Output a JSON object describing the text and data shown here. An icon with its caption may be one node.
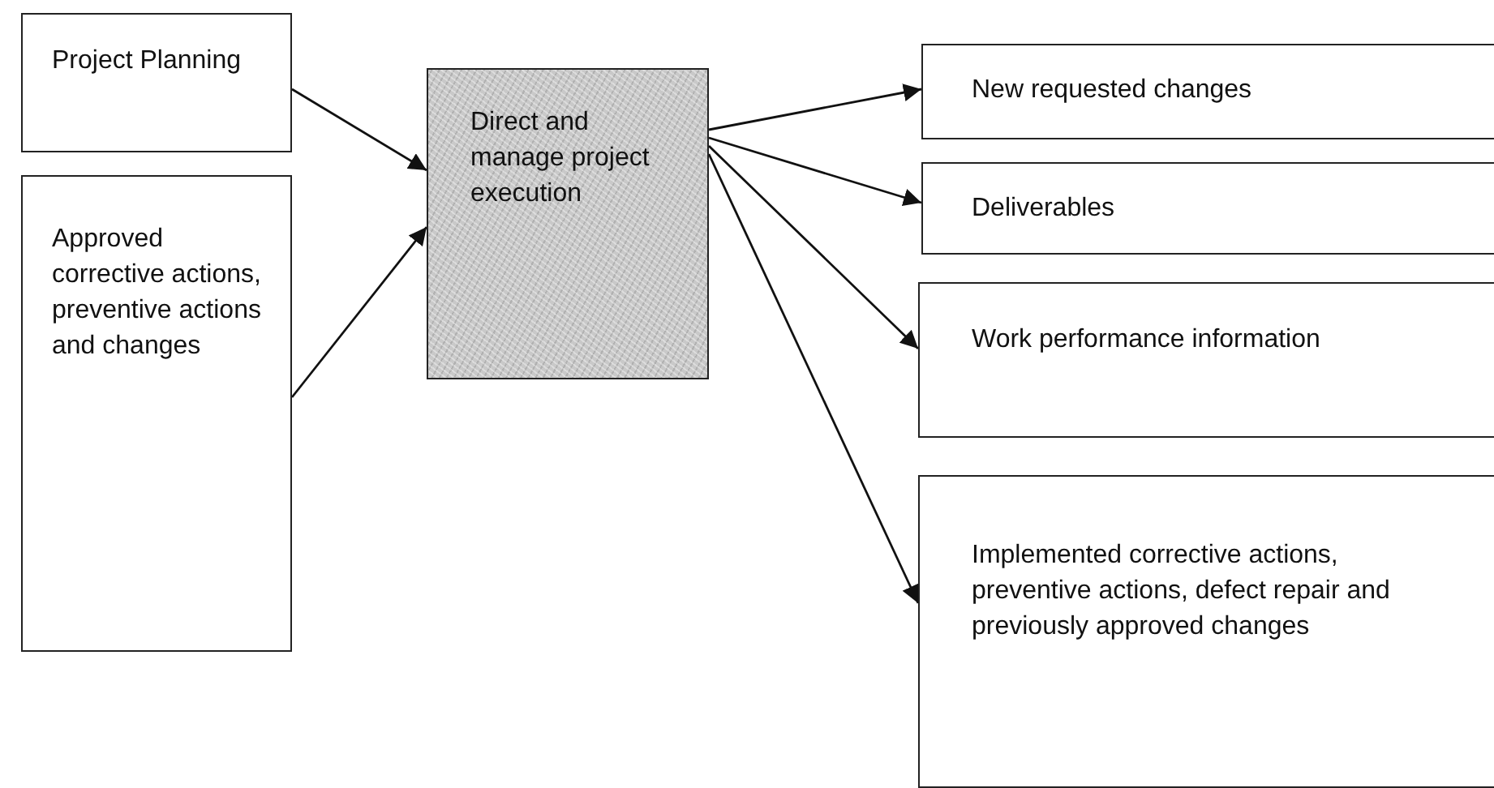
{
  "diagram": {
    "nodes": [
      {
        "text": [
          "Project Planning"
        ]
      },
      {
        "text": [
          "Approved corrective actions, preventive actions and changes"
        ]
      },
      {
        "text": [
          "Direct and manage project execution"
        ]
      },
      {
        "text": [
          "New requested changes"
        ]
      },
      {
        "text": [
          "Deliverables"
        ]
      },
      {
        "text": [
          "Work performance information"
        ]
      },
      {
        "text": [
          "Implemented corrective actions, preventive actions, defect repair and previously approved changes"
        ]
      }
    ],
    "edges": [
      {
        "from": 0,
        "to": 2,
        "arrow": "to"
      },
      {
        "from": 1,
        "to": 2,
        "arrow": "to"
      },
      {
        "from": 2,
        "to": 3,
        "arrow": "to"
      },
      {
        "from": 2,
        "to": 4,
        "arrow": "to"
      },
      {
        "from": 2,
        "to": 5,
        "arrow": "to"
      },
      {
        "from": 2,
        "to": 6,
        "arrow": "to"
      }
    ]
  }
}
